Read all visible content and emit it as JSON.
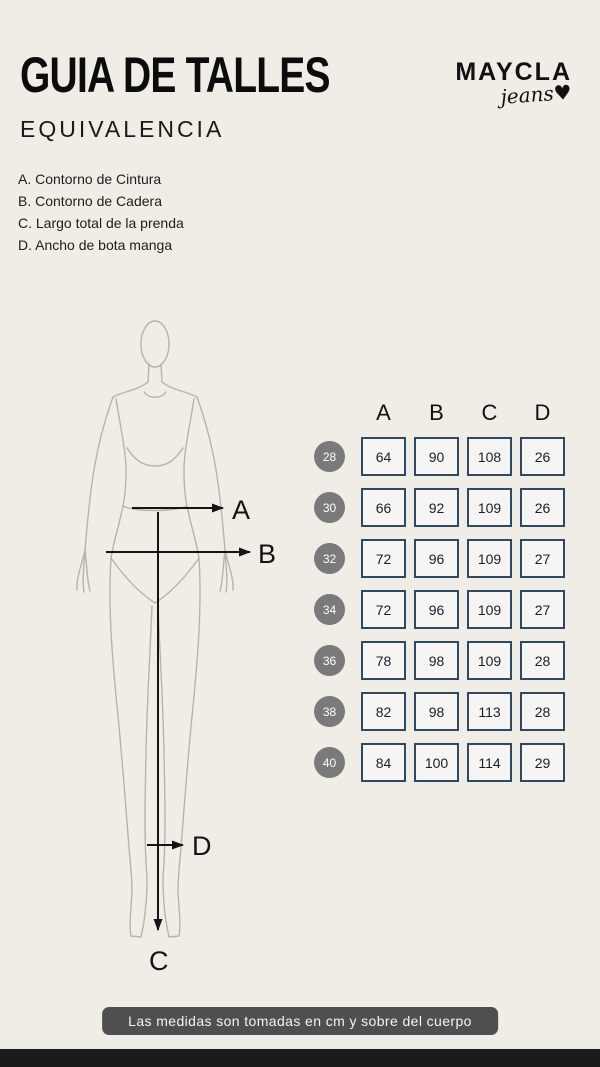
{
  "header": {
    "title": "GUIA DE TALLES",
    "subtitle": "EQUIVALENCIA",
    "brand_name": "MAYCLA",
    "brand_sub": "jeans♥"
  },
  "legend": {
    "items": [
      "A. Contorno de Cintura",
      "B. Contorno de Cadera",
      "C. Largo total de la prenda",
      "D. Ancho de bota manga"
    ]
  },
  "figure": {
    "labels": {
      "a": "A",
      "b": "B",
      "c": "C",
      "d": "D"
    }
  },
  "chart_data": {
    "type": "table",
    "title": "GUIA DE TALLES - EQUIVALENCIA",
    "columns": [
      "A",
      "B",
      "C",
      "D"
    ],
    "rows": [
      {
        "size": "28",
        "values": [
          "64",
          "90",
          "108",
          "26"
        ]
      },
      {
        "size": "30",
        "values": [
          "66",
          "92",
          "109",
          "26"
        ]
      },
      {
        "size": "32",
        "values": [
          "72",
          "96",
          "109",
          "27"
        ]
      },
      {
        "size": "34",
        "values": [
          "72",
          "96",
          "109",
          "27"
        ]
      },
      {
        "size": "36",
        "values": [
          "78",
          "98",
          "109",
          "28"
        ]
      },
      {
        "size": "38",
        "values": [
          "82",
          "98",
          "113",
          "28"
        ]
      },
      {
        "size": "40",
        "values": [
          "84",
          "100",
          "114",
          "29"
        ]
      }
    ],
    "units": "cm"
  },
  "footer": {
    "note": "Las medidas son tomadas en cm y sobre del cuerpo"
  },
  "colors": {
    "background": "#f0ede7",
    "cell_border": "#2e4a63",
    "cell_background": "#f6f5f3",
    "size_badge": "#7a7a7a",
    "footer_bar": "#4f4f4f",
    "bottom_strip": "#1b1b1b"
  }
}
